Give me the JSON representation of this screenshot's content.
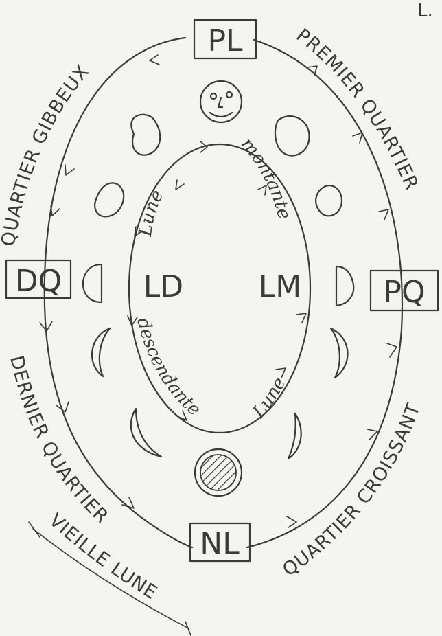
{
  "corner_text": "L.",
  "phases": {
    "pl": "PL",
    "pq": "PQ",
    "nl": "NL",
    "dq": "DQ"
  },
  "inner": {
    "ld": "LD",
    "lm": "LM",
    "lune_top": "Lune",
    "montante": "montante",
    "descendante": "descendante",
    "lune_bottom": "Lune"
  },
  "arcs": {
    "premier_quartier": "PREMIER QUARTIER",
    "quartier_gibbeux": "QUARTIER GIBBEUX",
    "dernier_quartier": "DERNIER QUARTIER",
    "quartier_croissant": "QUARTIER CROISSANT",
    "vieille_lune": "VIEILLE LUNE"
  }
}
